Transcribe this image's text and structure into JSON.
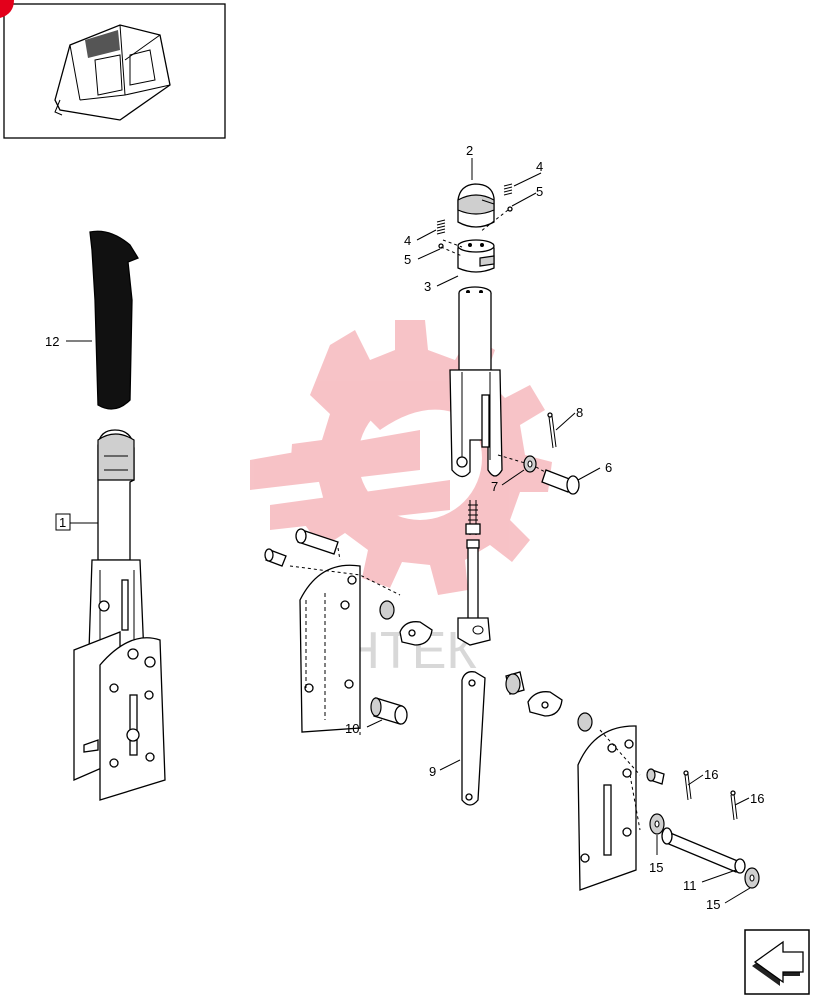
{
  "diagram": {
    "watermark_text": "ИНТЕК",
    "callouts": [
      {
        "id": "c2",
        "text": "2"
      },
      {
        "id": "c4a",
        "text": "4"
      },
      {
        "id": "c5a",
        "text": "5"
      },
      {
        "id": "c4b",
        "text": "4"
      },
      {
        "id": "c5b",
        "text": "5"
      },
      {
        "id": "c3",
        "text": "3"
      },
      {
        "id": "c12",
        "text": "12"
      },
      {
        "id": "c8",
        "text": "8"
      },
      {
        "id": "c6",
        "text": "6"
      },
      {
        "id": "c7",
        "text": "7"
      },
      {
        "id": "c1",
        "text": "1"
      },
      {
        "id": "c10",
        "text": "10"
      },
      {
        "id": "c9",
        "text": "9"
      },
      {
        "id": "c16a",
        "text": "16"
      },
      {
        "id": "c16b",
        "text": "16"
      },
      {
        "id": "c15a",
        "text": "15"
      },
      {
        "id": "c11",
        "text": "11"
      },
      {
        "id": "c15b",
        "text": "15"
      }
    ]
  },
  "colors": {
    "watermark": "#f6b8bd",
    "corner_marker": "#e3001b",
    "ink": "#000000"
  },
  "icons": {
    "thumbnail": "cab-thumbnail-icon",
    "nav": "next-page-arrow-icon"
  }
}
